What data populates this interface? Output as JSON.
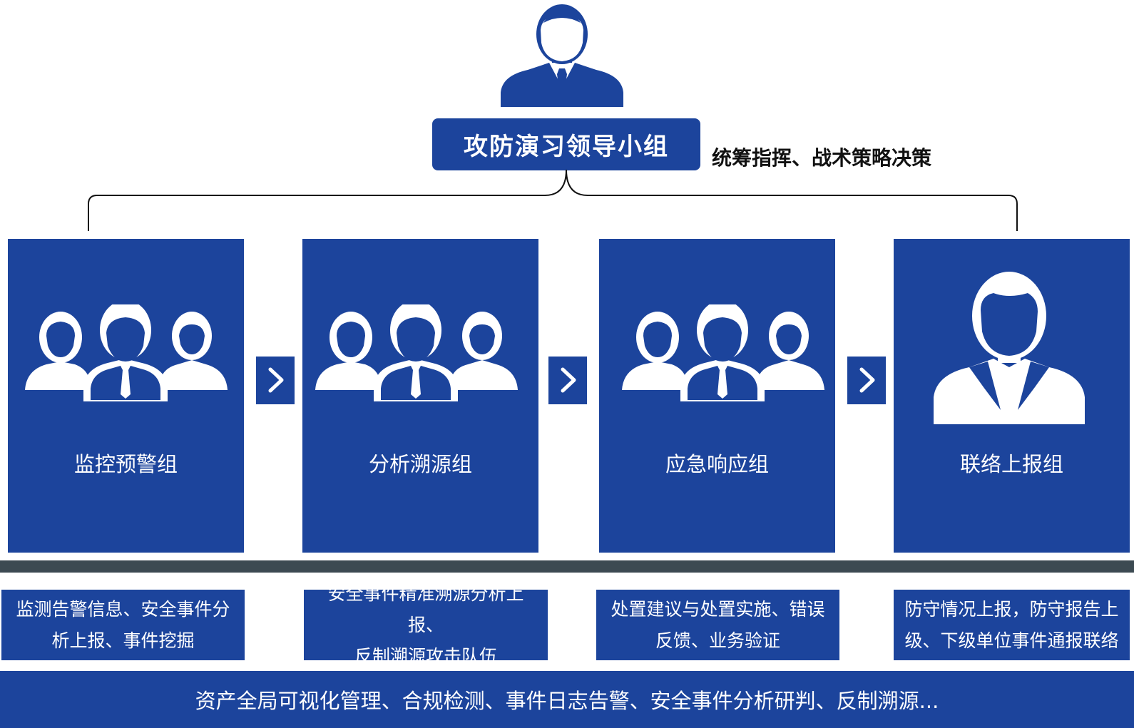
{
  "leader": {
    "title": "攻防演习领导小组",
    "description": "统筹指挥、战术策略决策",
    "icon": "person-with-tie-icon"
  },
  "groups": [
    {
      "label": "监控预警组",
      "icon": "team-icon"
    },
    {
      "label": "分析溯源组",
      "icon": "team-icon"
    },
    {
      "label": "应急响应组",
      "icon": "team-icon"
    },
    {
      "label": "联络上报组",
      "icon": "person-icon"
    }
  ],
  "duties": [
    {
      "line1": "监测告警信息、安全事件分",
      "line2": "析上报、事件挖掘"
    },
    {
      "line1": "安全事件精准溯源分析上报、",
      "line2": "反制溯源攻击队伍"
    },
    {
      "line1": "处置建议与处置实施、错误",
      "line2": "反馈、业务验证"
    },
    {
      "line1": "防守情况上报，防守报告上",
      "line2": "级、下级单位事件通报联络"
    }
  ],
  "footer": "资产全局可视化管理、合规检测、事件日志告警、安全事件分析研判、反制溯源...",
  "colors": {
    "primary": "#1c449c",
    "divider": "#3c4a52",
    "text_on_primary": "#ffffff"
  }
}
